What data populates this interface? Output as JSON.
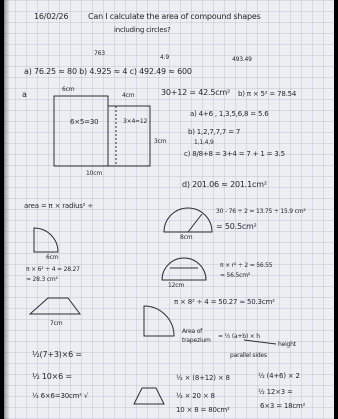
{
  "header": {
    "date": "16/02/26",
    "title_line1": "Can I calculate the area of compound shapes",
    "title_line2": "including circles?"
  },
  "q1": {
    "notes": [
      "763",
      "4.9",
      "493.49"
    ],
    "line": "a) 76.25 ≈ 80  b) 4.925 ≈ 4  c) 492.49 ≈ 600"
  },
  "q2": {
    "label_a": "a",
    "dim_top": "6cm",
    "dim_right": "4cm",
    "dim_3cm": "3cm",
    "dim_bottom": "10cm",
    "inner_left": "6×5=30",
    "inner_right": "3×4=12",
    "sum": "30+12 = 42.5cm²",
    "part_b": "b) π × 5² = 78.54",
    "part_a2": "a) 4+6 , 1,3,5,6,8 = 5.6",
    "part_b2": "b) 1,2,7,7,7 = 7",
    "part_b2_sub": "1,1,4,9",
    "part_c2": "c) 8/8+8 = 3+4 = 7 + 1 = 3.5",
    "part_d2": "d) 201.06 ≈ 201.1cm²"
  },
  "circles": {
    "formula": "area = π × radius² ÷",
    "semi_calc": "30 - 76 ÷ 2 = 13.75 ÷ 15.9 cm²",
    "semi_result": "= 50.5cm²",
    "semi_dim": "8cm",
    "quarter_dim": "6cm",
    "quarter_calc": "π × 6² ÷ 4 = 28.27",
    "quarter_calc2": "≈ 28.3 cm²",
    "semi2_calc": "π × r² ÷ 2 = 56.55",
    "semi2_result": "≈ 56.5cm²",
    "semi2_dim": "12cm",
    "final_calc": "π × 8² ÷ 4 = 50.27 ≈ 50.3cm²",
    "trap_dim": "7cm",
    "trap_label_1": "Area of",
    "trap_label_2": "trapezium",
    "trap_formula": "= ½ (a+b) × h",
    "trap_height": "height",
    "trap_parallel": "parallel sides"
  },
  "bottom": {
    "l1": "½(7+3)×6 =",
    "l2": "½ 10×6 =",
    "l3": "½ 6×6=30cm² √",
    "m1": "½ × (8+12) × 8",
    "m2": "½ × 20 × 8",
    "m3": "10 × 8 = 80cm²",
    "r1": "½ (4+6) × 2",
    "r2": "½ 12×3 =",
    "r3": "6×3 = 18cm²"
  }
}
